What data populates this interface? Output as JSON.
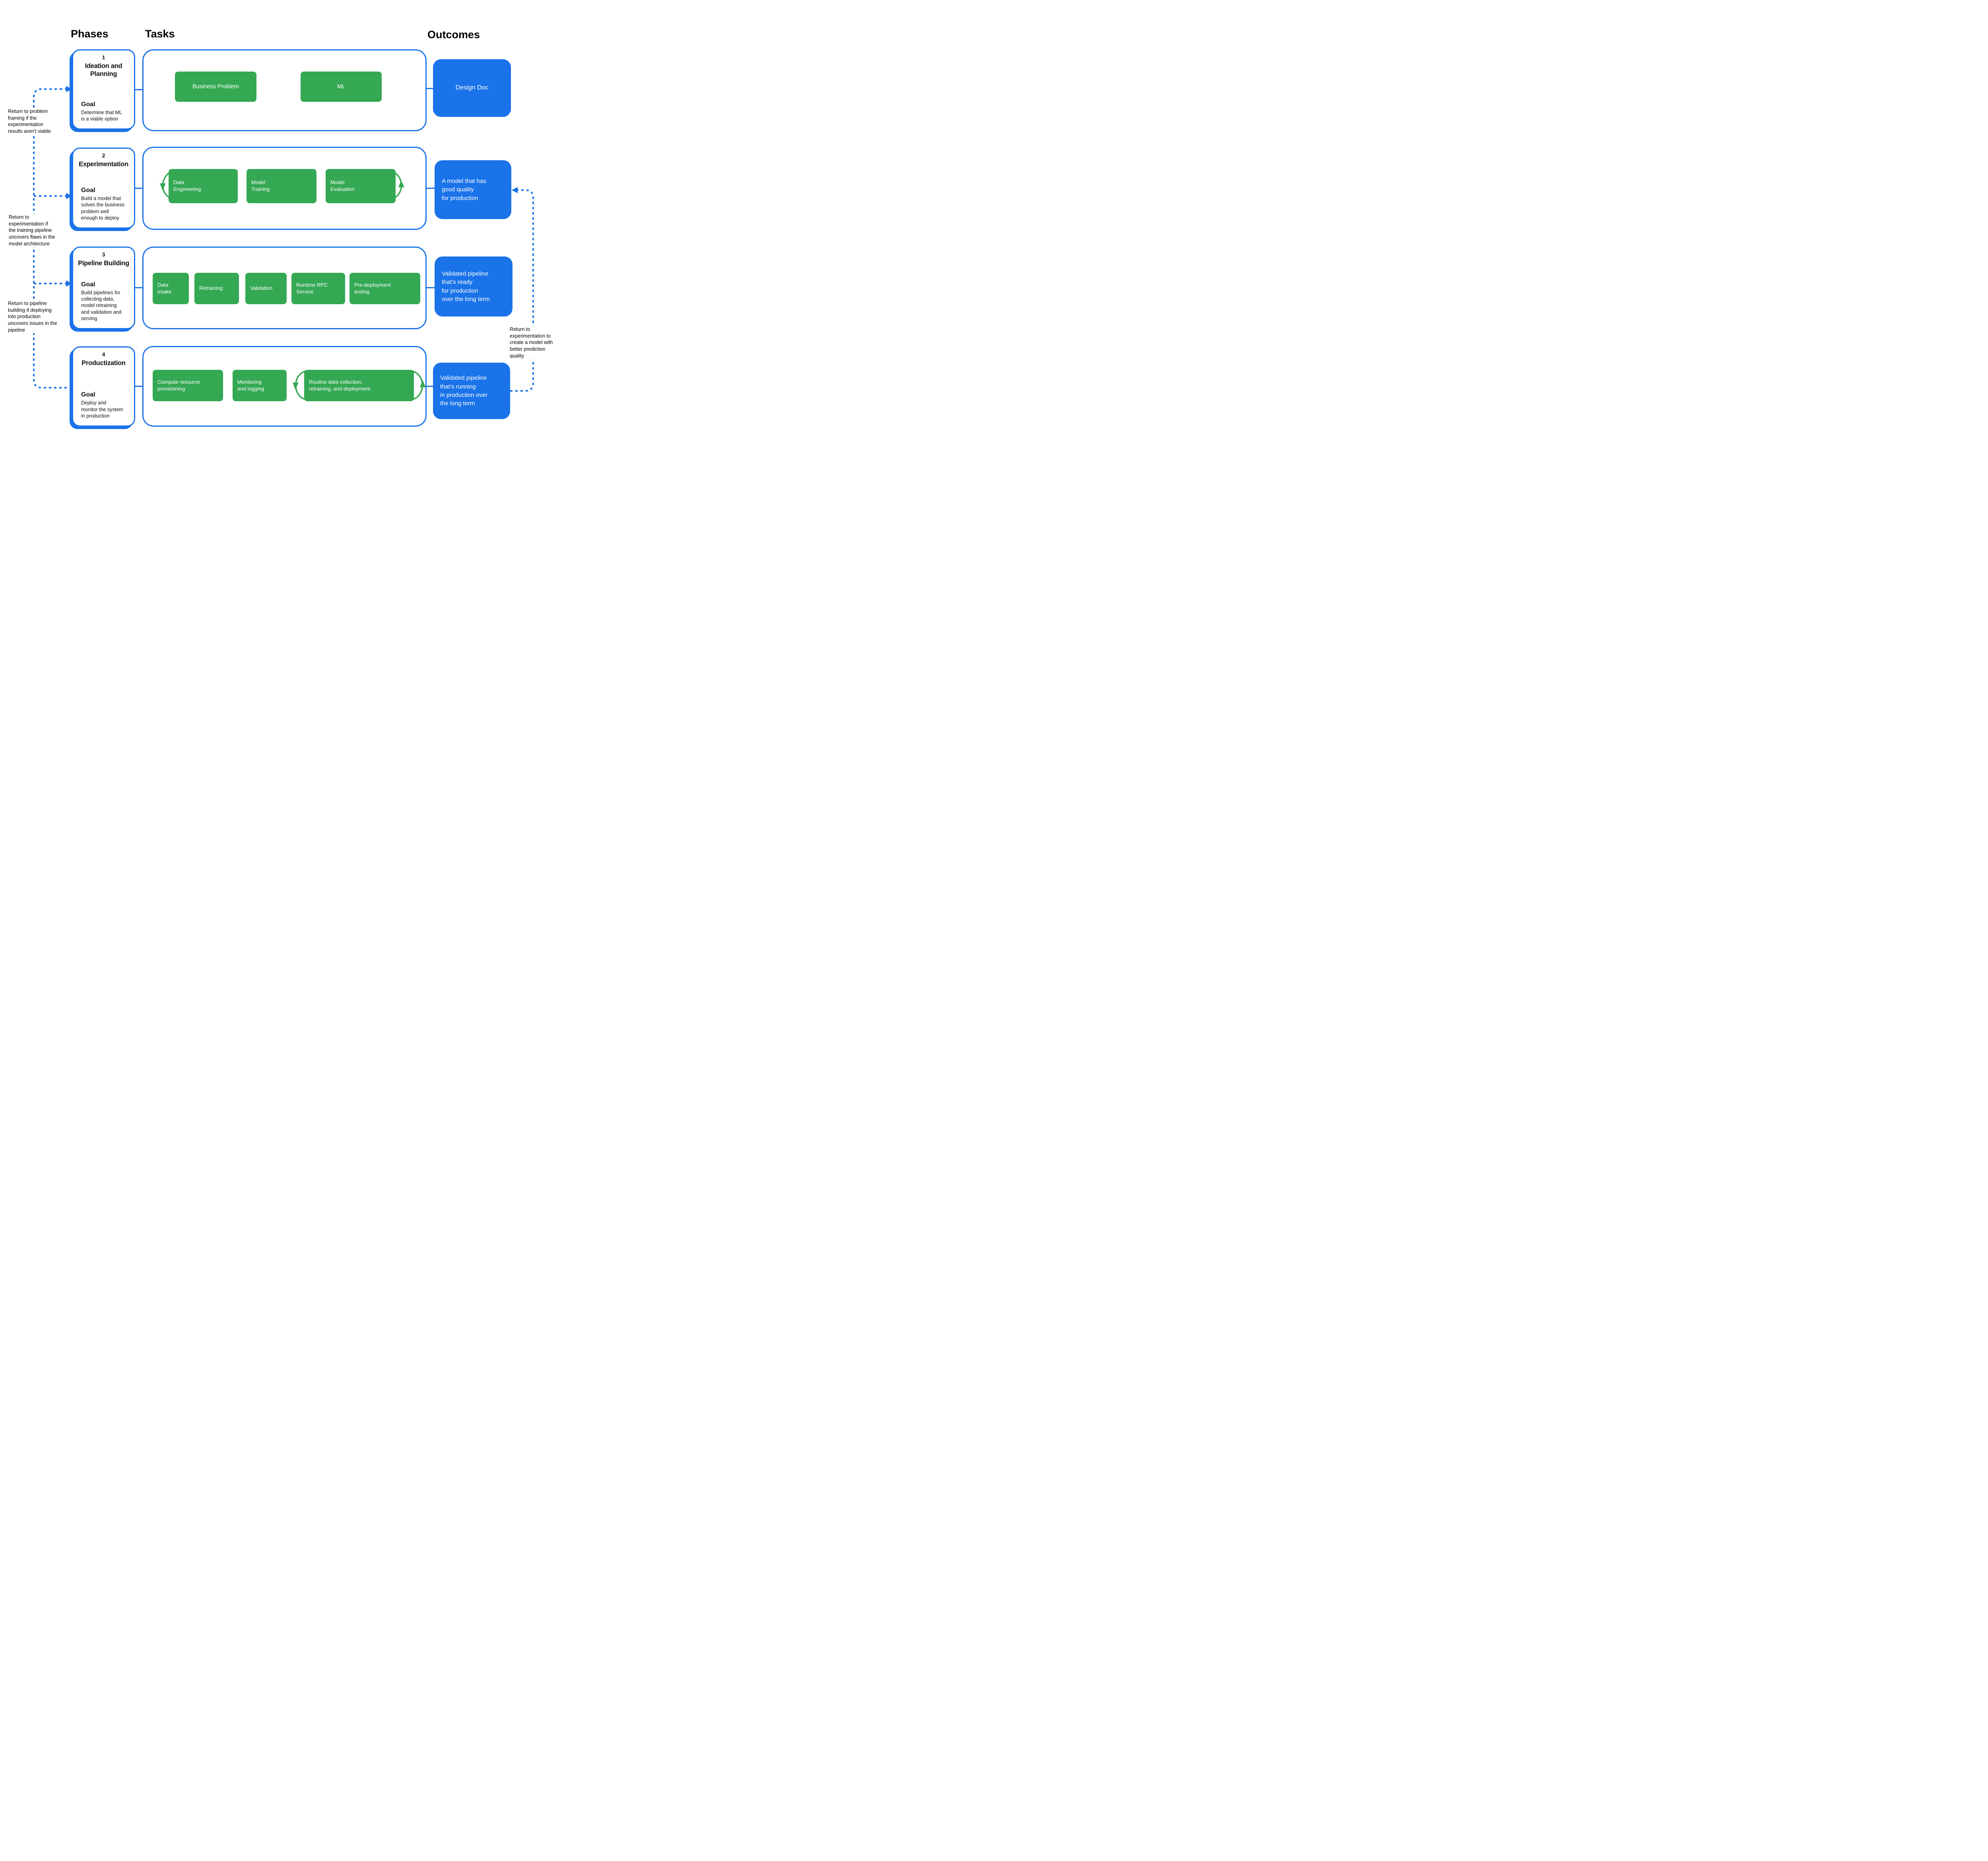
{
  "headers": {
    "phases": "Phases",
    "tasks": "Tasks",
    "outcomes": "Outcomes"
  },
  "colors": {
    "accent_blue": "#1a73e8",
    "task_green": "#34a853",
    "text": "#000000"
  },
  "phases": [
    {
      "number": "1",
      "title": "Ideation and\nPlanning",
      "goal_label": "Goal",
      "goal": "Determine that ML\nis a viable option",
      "tasks": [
        "Business Problem",
        "ML"
      ],
      "outcome": "Design Doc"
    },
    {
      "number": "2",
      "title": "Experimentation",
      "goal_label": "Goal",
      "goal": "Build a model that\nsolves the business\nproblem well\nenough to deploy",
      "tasks": [
        "Data\nEngineering",
        "Model\nTraining",
        "Model\nEvaluation"
      ],
      "outcome": "A model that has\ngood quality\nfor production"
    },
    {
      "number": "3",
      "title": "Pipeline Building",
      "goal_label": "Goal",
      "goal": "Build pipelines for\ncollecting data,\nmodel retraining\nand validation and\nserving",
      "tasks": [
        "Data\nIntake",
        "Retraining",
        "Validation",
        "Runtime RPC\nService",
        "Pre-deployment\ntesting"
      ],
      "outcome": "Validated pipeline\nthat’s ready\nfor production\nover the long term"
    },
    {
      "number": "4",
      "title": "Productization",
      "goal_label": "Goal",
      "goal": "Deploy and\nmonitor the system\nin production",
      "tasks": [
        "Compute resource\nprovisioning",
        "Monitoring\nand logging",
        "Routine data collection,\nretraining, and deployment"
      ],
      "outcome": "Validated pipeline\nthat’s running\nin production over\nthe long term"
    }
  ],
  "annotations": [
    {
      "text": "Return to problem\nframing if the\nexperimentation\nresults aren’t viable"
    },
    {
      "text": "Return to\nexperimentation if\nthe training pipeline\nuncovers flaws in the\nmodel architecture"
    },
    {
      "text": "Return to pipeline\nbuilding if deploying\ninto production\nuncovers issues in the\npipeline"
    },
    {
      "text": "Return to\nexperimentation to\ncreate a model with\nbetter prediction\nquality"
    }
  ]
}
